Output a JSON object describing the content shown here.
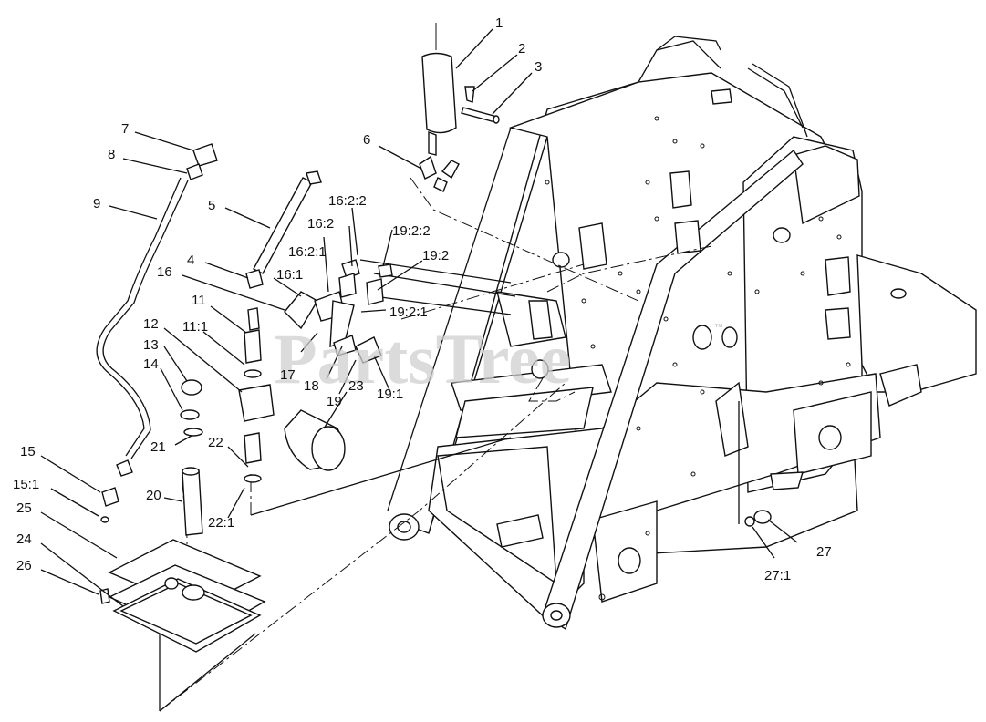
{
  "watermark": "PartsTree",
  "trademark": "™",
  "callouts": {
    "c1": "1",
    "c2": "2",
    "c3": "3",
    "c4": "4",
    "c5": "5",
    "c6": "6",
    "c7": "7",
    "c8": "8",
    "c9": "9",
    "c11": "11",
    "c11_1": "11:1",
    "c12": "12",
    "c13": "13",
    "c14": "14",
    "c15": "15",
    "c15_1": "15:1",
    "c16": "16",
    "c16_1": "16:1",
    "c16_2": "16:2",
    "c16_2_1": "16:2:1",
    "c16_2_2": "16:2:2",
    "c17": "17",
    "c18": "18",
    "c19": "19",
    "c19_1": "19:1",
    "c19_2": "19:2",
    "c19_2_1": "19:2:1",
    "c19_2_2": "19:2:2",
    "c20": "20",
    "c21": "21",
    "c22": "22",
    "c22_1": "22:1",
    "c23": "23",
    "c24": "24",
    "c25": "25",
    "c26": "26",
    "c27": "27",
    "c27_1": "27:1"
  }
}
